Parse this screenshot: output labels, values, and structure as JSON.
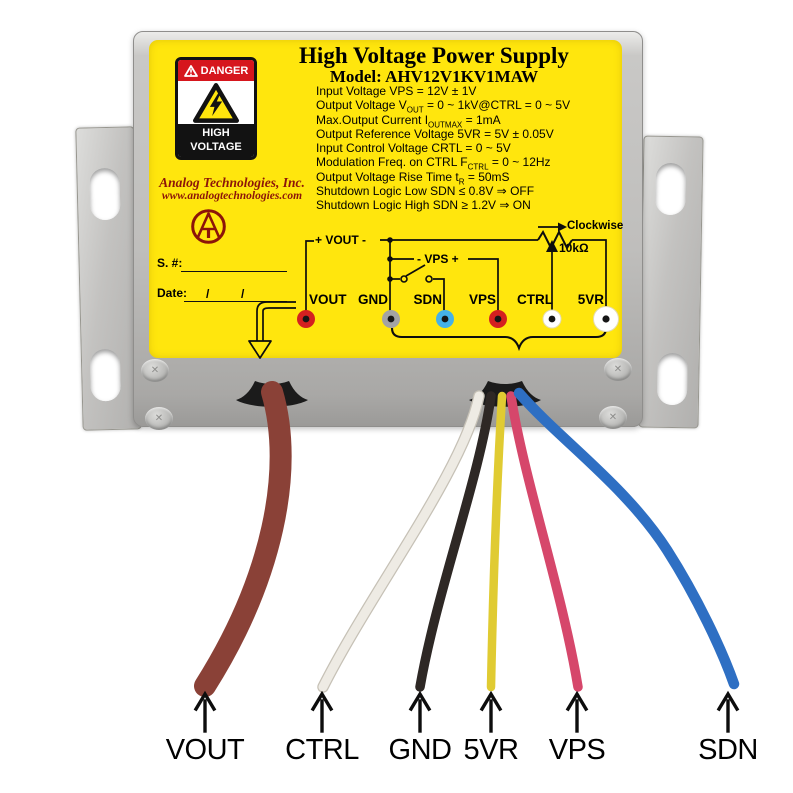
{
  "label": {
    "title": "High Voltage Power Supply",
    "model": "Model: AHV12V1KV1MAW",
    "specs": [
      {
        "pre": "Input Voltage VPS = 12V ± 1V",
        "sub": "",
        "post": ""
      },
      {
        "pre": "Output Voltage V",
        "sub": "OUT",
        "post": " = 0 ~ 1kV@CTRL = 0 ~ 5V"
      },
      {
        "pre": "Max.Output Current I",
        "sub": "OUTMAX",
        "post": " = 1mA"
      },
      {
        "pre": "Output Reference Voltage 5VR = 5V ± 0.05V",
        "sub": "",
        "post": ""
      },
      {
        "pre": "Input Control Voltage CRTL = 0 ~ 5V",
        "sub": "",
        "post": ""
      },
      {
        "pre": "Modulation Freq. on CTRL F",
        "sub": "CTRL",
        "post": " = 0 ~ 12Hz"
      },
      {
        "pre": "Output Voltage Rise Time t",
        "sub": "R",
        "post": " = 50mS"
      },
      {
        "pre": "Shutdown Logic Low SDN ≤ 0.8V ⇒ OFF",
        "sub": "",
        "post": ""
      },
      {
        "pre": "Shutdown Logic High SDN ≥ 1.2V ⇒ ON",
        "sub": "",
        "post": ""
      }
    ],
    "danger": {
      "header": "DANGER",
      "line1": "HIGH",
      "line2": "VOLTAGE"
    },
    "brand": {
      "company": "Analog Technologies, Inc.",
      "website": "www.analogtechnologies.com"
    },
    "fields": {
      "serial": "S. #:",
      "date": "Date:",
      "slash": "/"
    },
    "diagram": {
      "vout_pair": "+ VOUT -",
      "vps_pair": "- VPS +",
      "pot": "10kΩ",
      "clockwise": "Clockwise",
      "terminals": [
        {
          "name": "VOUT",
          "ring": "#d42020"
        },
        {
          "name": "GND",
          "ring": "#a3a3a3"
        },
        {
          "name": "SDN",
          "ring": "#45b1e8"
        },
        {
          "name": "VPS",
          "ring": "#d42020"
        },
        {
          "name": "CTRL",
          "ring": "#ffffff"
        },
        {
          "name": "5VR",
          "ring": "#ffffff"
        }
      ]
    }
  },
  "wires": [
    {
      "label": "VOUT",
      "color": "#8a4137"
    },
    {
      "label": "CTRL",
      "color": "#eeebe4"
    },
    {
      "label": "GND",
      "color": "#2e2825"
    },
    {
      "label": "5VR",
      "color": "#e0cb32"
    },
    {
      "label": "VPS",
      "color": "#d6476b"
    },
    {
      "label": "SDN",
      "color": "#2e6fc3"
    }
  ],
  "colors": {
    "label_yellow": "#ffe60d",
    "danger_red": "#d6161d",
    "brand_red": "#8c1509",
    "metal_gray": "#bfbebc"
  }
}
